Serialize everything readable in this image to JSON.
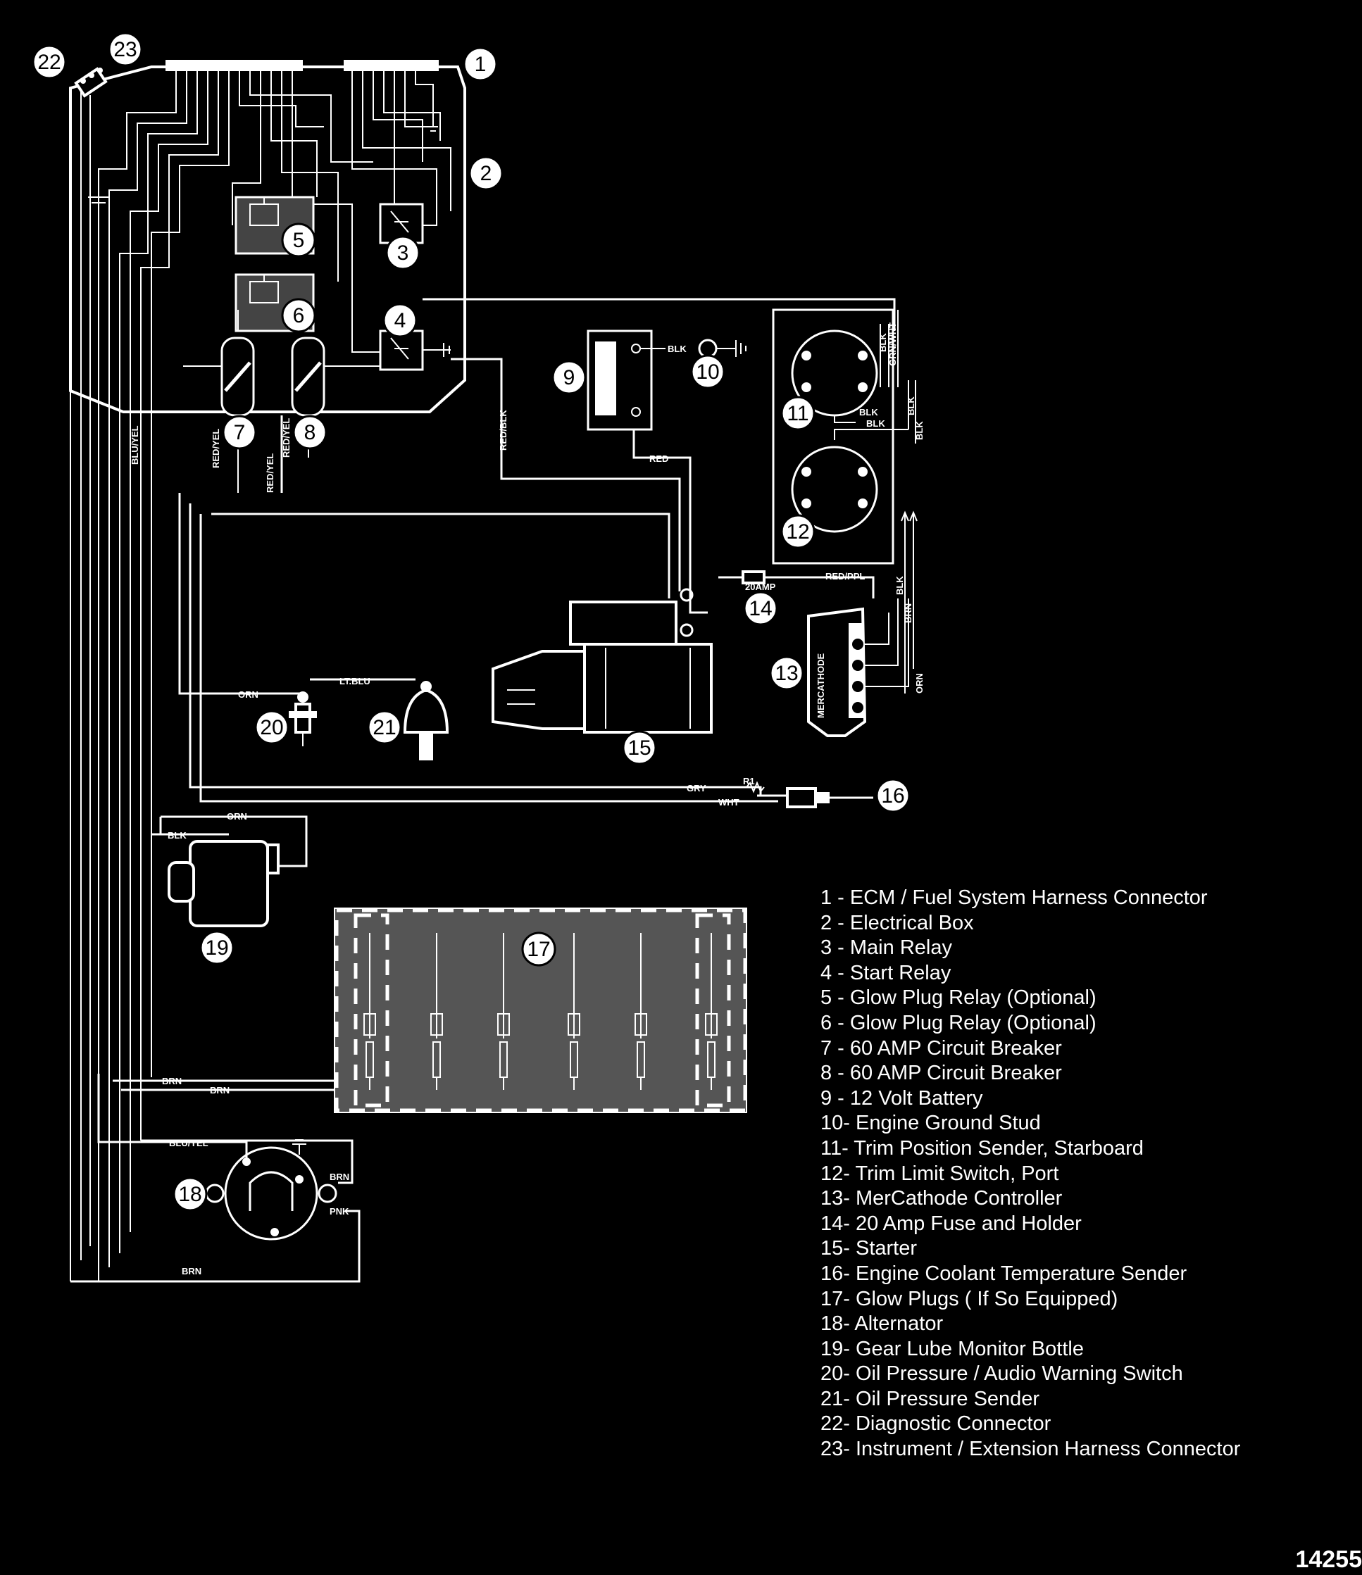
{
  "callout_labels": [
    "1",
    "2",
    "3",
    "4",
    "5",
    "6",
    "7",
    "8",
    "9",
    "10",
    "11",
    "12",
    "13",
    "14",
    "15",
    "16",
    "17",
    "18",
    "19",
    "20",
    "21",
    "22",
    "23"
  ],
  "wire_labels": {
    "blk_battery": "BLK",
    "blu_yel_vertical": "BLU/YEL",
    "red_yel_7a": "RED/YEL",
    "red_yel_7b": "RED/YEL",
    "red_yel_8": "RED/YEL",
    "red_blk": "RED/BLK",
    "red": "RED",
    "amp20": "20AMP",
    "red_ppl": "RED/PPL",
    "blk_trim1": "BLK",
    "blk_trim2": "BLK",
    "blk_trim3": "BLK",
    "blk_trim4": "BLK",
    "grn_wht": "GRN/WHT",
    "blk_trim5": "BLK",
    "blk_mercathode": "BLK",
    "brn_mercathode": "BRN",
    "orn_mercathode": "ORN",
    "orn_20": "ORN",
    "lt_blu": "LT.BLU",
    "gry": "GRY",
    "r1": "R1",
    "wht": "WHT",
    "orn_19": "ORN",
    "blk_19": "BLK",
    "brn_glow1": "BRN",
    "brn_glow2": "BRN",
    "blu_yel_alt": "BLU/YEL",
    "brn_alt": "BRN",
    "pnk_alt": "PNK",
    "brn_bottom": "BRN"
  },
  "mercathode_text": "MERCATHODE",
  "legend": [
    "1  - ECM / Fuel System Harness Connector",
    "2  - Electrical Box",
    "3  - Main Relay",
    "4  - Start Relay",
    "5  - Glow Plug Relay (Optional)",
    "6  - Glow Plug Relay (Optional)",
    "7  - 60 AMP Circuit Breaker",
    "8  - 60 AMP Circuit Breaker",
    "9  - 12 Volt Battery",
    "10- Engine Ground Stud",
    "11- Trim Position Sender, Starboard",
    "12- Trim Limit Switch, Port",
    "13- MerCathode Controller",
    "14- 20 Amp Fuse and Holder",
    "15- Starter",
    "16- Engine Coolant Temperature Sender",
    "17- Glow Plugs ( If So Equipped)",
    "18- Alternator",
    "19- Gear Lube Monitor Bottle",
    "20- Oil Pressure / Audio Warning Switch",
    "21- Oil Pressure Sender",
    "22- Diagnostic Connector",
    "23- Instrument / Extension Harness Connector"
  ],
  "document_id": "14255"
}
